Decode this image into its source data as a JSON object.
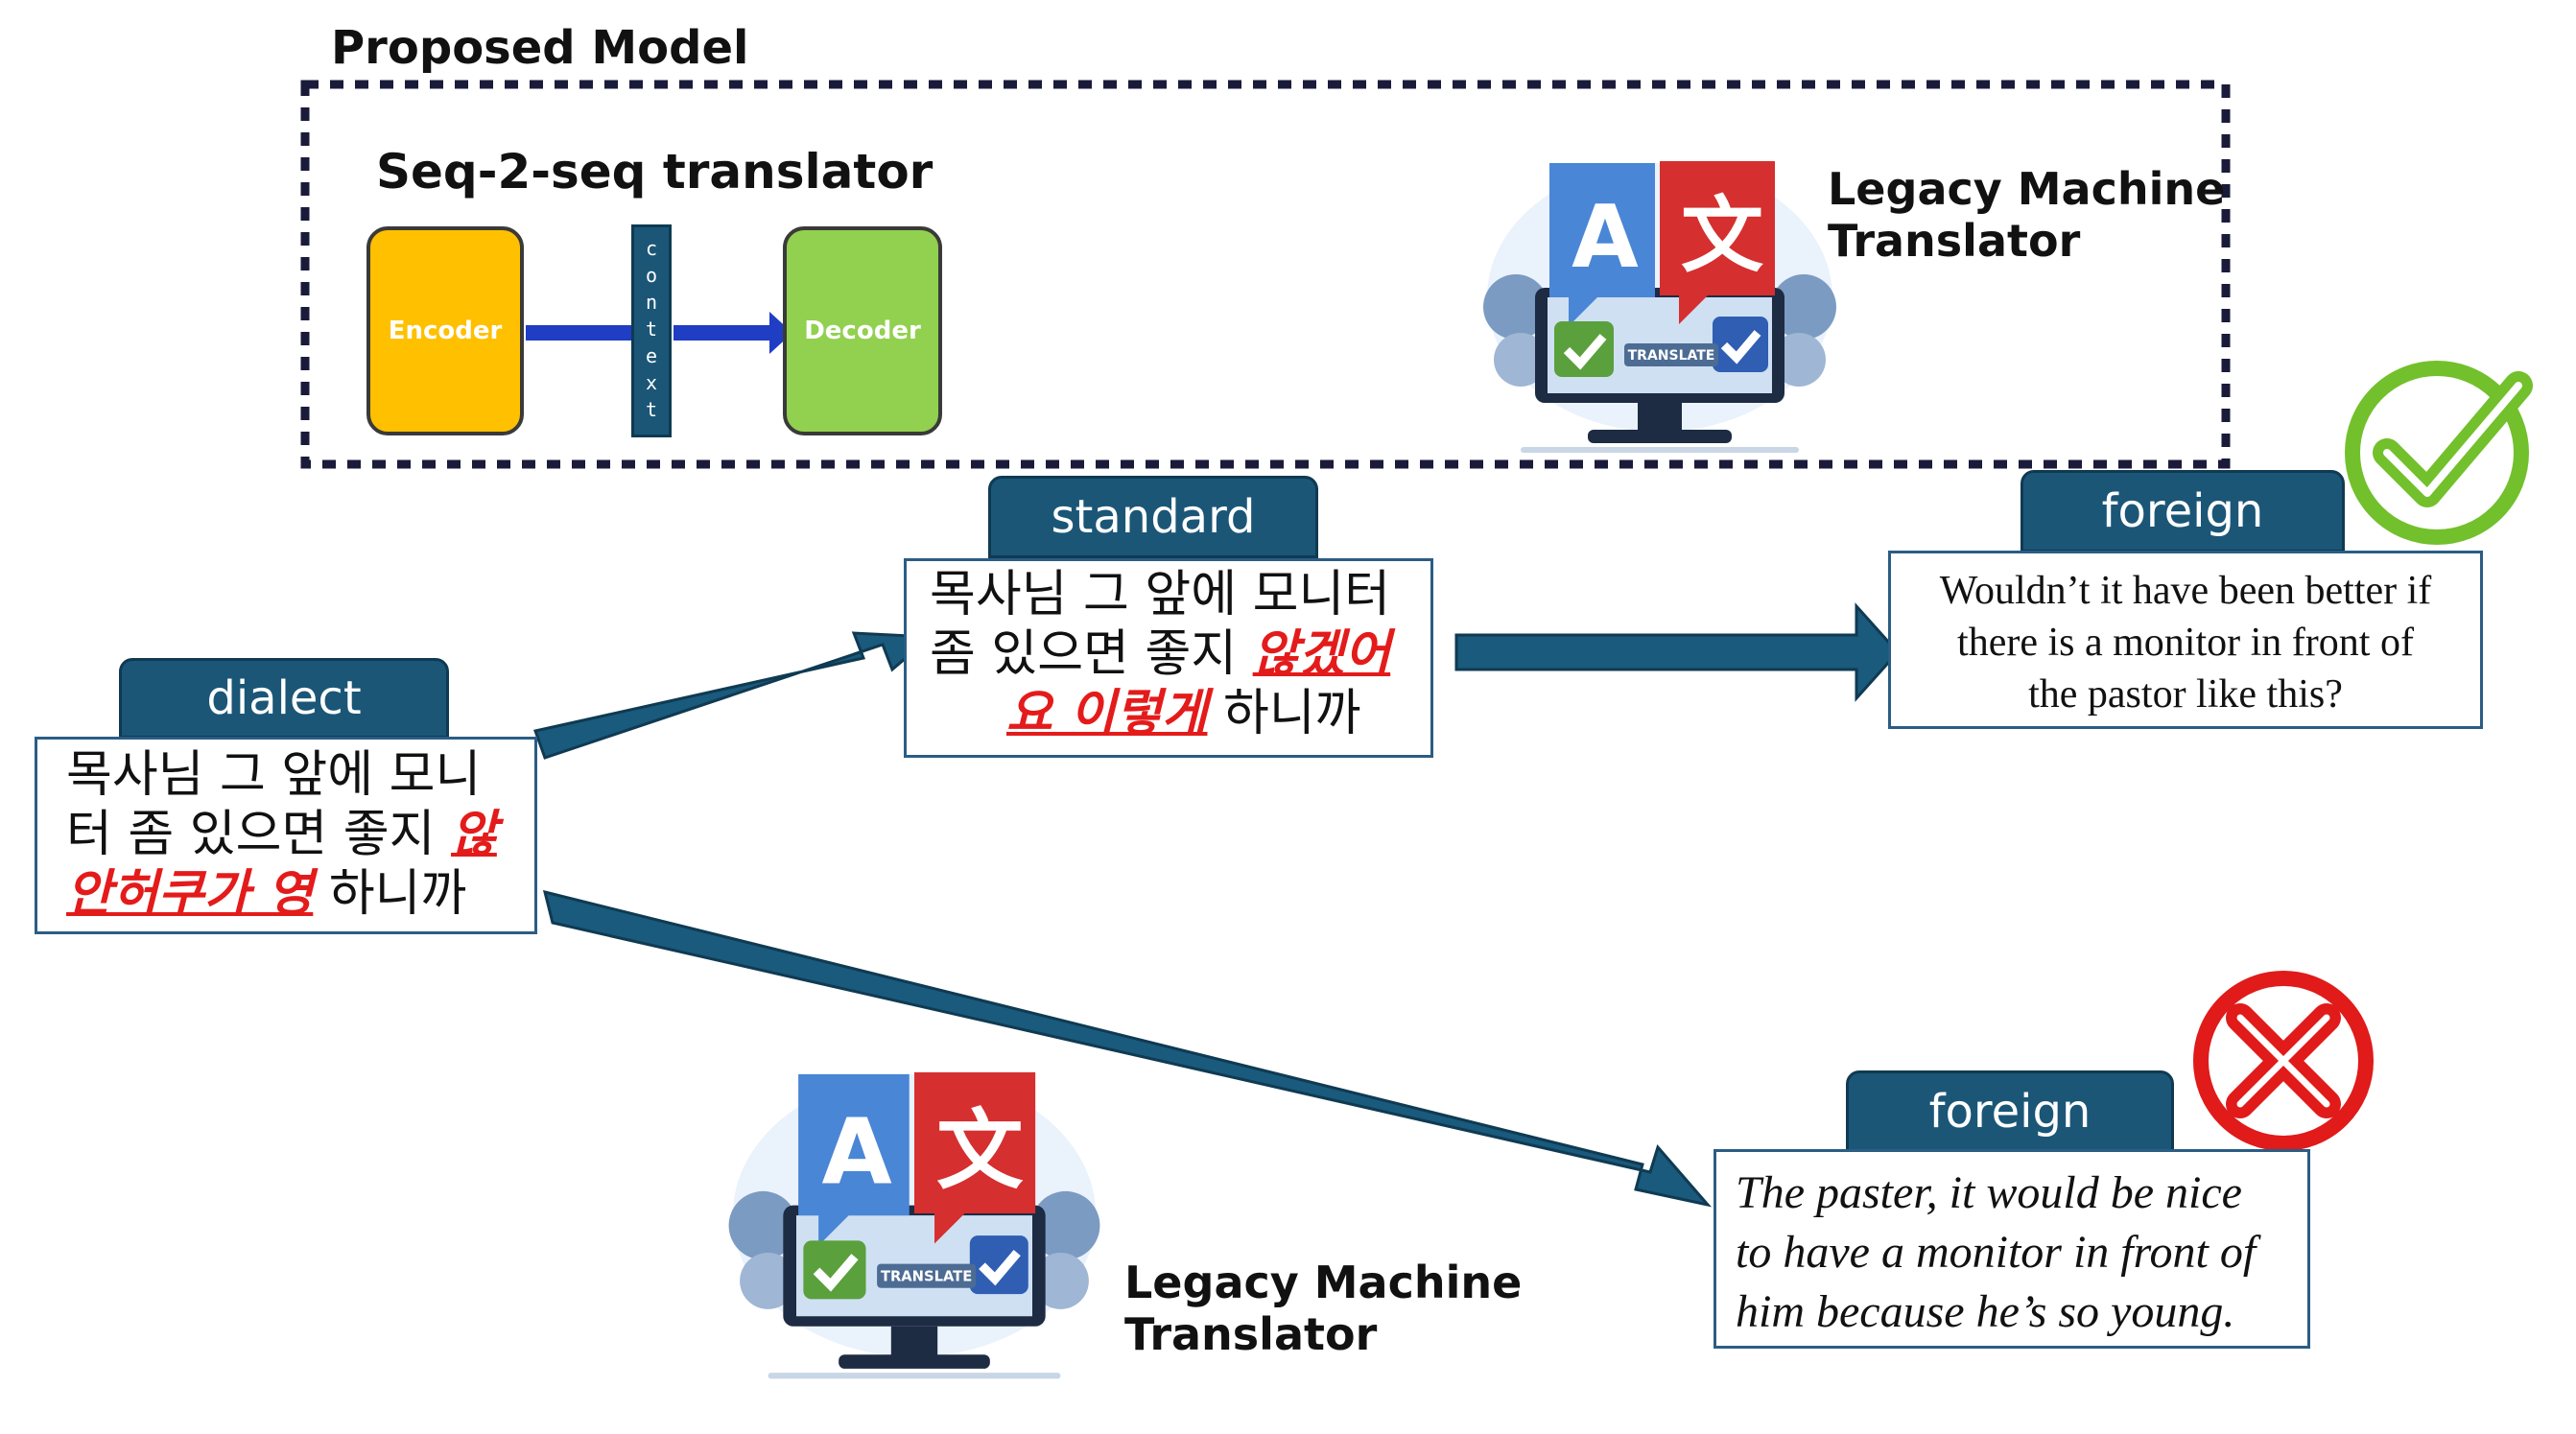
{
  "proposed_model": {
    "title": "Proposed Model"
  },
  "seq2seq": {
    "title": "Seq-2-seq translator",
    "encoder_label": "Encoder",
    "context_label": "context",
    "decoder_label": "Decoder"
  },
  "legacy_top": {
    "label_line1": "Legacy Machine",
    "label_line2": "Translator",
    "badge": "TRANSLATE"
  },
  "legacy_bottom": {
    "label_line1": "Legacy Machine",
    "label_line2": "Translator",
    "badge": "TRANSLATE"
  },
  "dialect": {
    "tag": "dialect",
    "line1": "목사님 그 앞에 모니",
    "line2_plain": "터 좀 있으면 좋지 ",
    "line2_red": "않",
    "line3_red": "안허쿠가 영",
    "line3_plain": " 하니까"
  },
  "standard": {
    "tag": "standard",
    "line1": "목사님 그 앞에 모니터",
    "line2_plain": "좀 있으면 좋지 ",
    "line2_red": "않겠어",
    "line3_red": "요 이렇게",
    "line3_plain": " 하니까"
  },
  "foreign_good": {
    "tag": "foreign",
    "line1": "Wouldn’t it have been better if",
    "line2": "there is a monitor in front of",
    "line3": "the pastor like this?"
  },
  "foreign_bad": {
    "tag": "foreign",
    "line1": "The paster, it would be nice",
    "line2": "to have a monitor in front of",
    "line3": "him because he’s so young."
  },
  "colors": {
    "tag_blue": "#1b5677",
    "arrow_blue": "#1a5a7c",
    "encoder_yellow": "#ffc000",
    "decoder_green": "#92d050",
    "highlight_red": "#e41b1b",
    "check_green": "#72c02c",
    "cross_red": "#e11a1a"
  },
  "icons": [
    "check-circle-icon",
    "cross-circle-icon",
    "translator-monitor-icon"
  ]
}
